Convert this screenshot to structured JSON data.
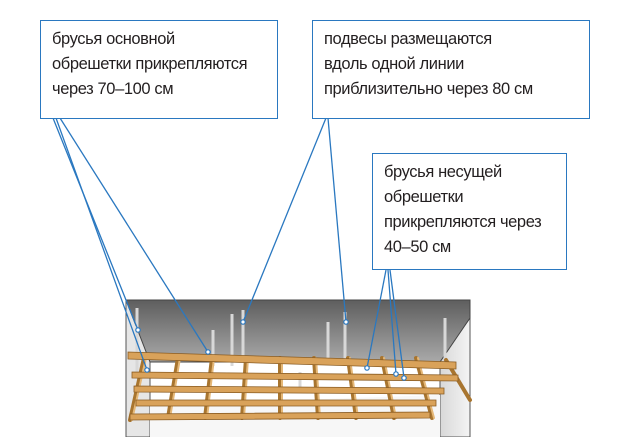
{
  "callouts": {
    "main_battens": {
      "lines": [
        "брусья основной",
        "обрешетки прикрепляются",
        "через 70–100 см"
      ]
    },
    "hangers": {
      "lines": [
        "подвесы размещаются",
        "вдоль одной линии",
        "приблизительно через 80 см"
      ]
    },
    "bearing_battens": {
      "lines": [
        "брусья несущей",
        "обрешетки",
        "прикрепляются через",
        "40–50 см"
      ]
    }
  },
  "colors": {
    "callout_border": "#2a78c0",
    "leader_line": "#2a78c0",
    "text": "#231f20",
    "wood": "#d9a25a",
    "wood_dark": "#a8752f",
    "ceiling": "#8a8a8a",
    "wall": "#f2f2f2"
  },
  "icons": [
    "ceiling-batten-grid-illustration"
  ]
}
